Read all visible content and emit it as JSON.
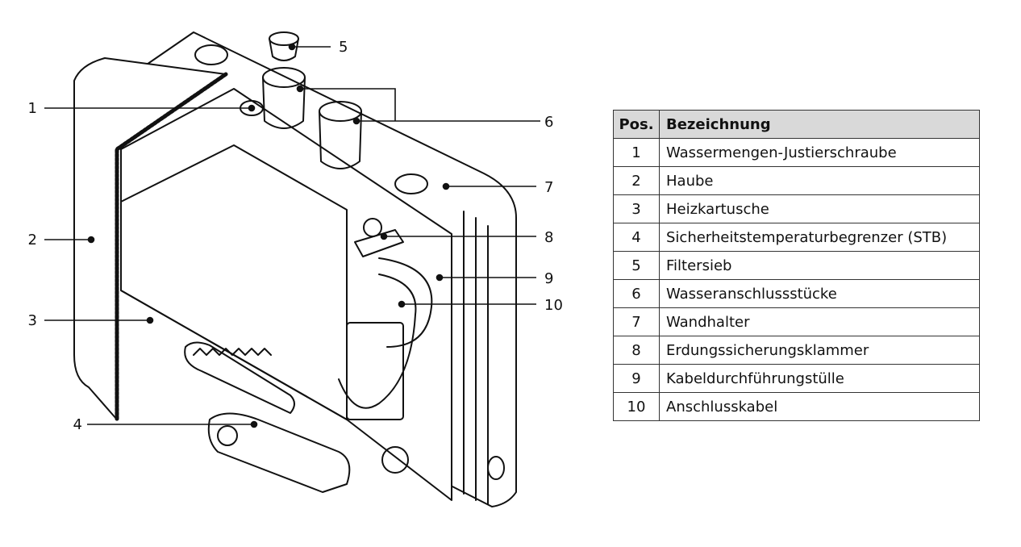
{
  "callouts": [
    {
      "num": "1",
      "side": "left"
    },
    {
      "num": "2",
      "side": "left"
    },
    {
      "num": "3",
      "side": "left"
    },
    {
      "num": "4",
      "side": "left"
    },
    {
      "num": "5",
      "side": "right"
    },
    {
      "num": "6",
      "side": "right"
    },
    {
      "num": "7",
      "side": "right"
    },
    {
      "num": "8",
      "side": "right"
    },
    {
      "num": "9",
      "side": "right"
    },
    {
      "num": "10",
      "side": "right"
    }
  ],
  "table": {
    "headers": {
      "pos": "Pos.",
      "name": "Bezeichnung"
    },
    "rows": [
      {
        "pos": "1",
        "name": "Wassermengen-Justierschraube"
      },
      {
        "pos": "2",
        "name": "Haube"
      },
      {
        "pos": "3",
        "name": "Heizkartusche"
      },
      {
        "pos": "4",
        "name": "Sicherheitstemperaturbegrenzer (STB)"
      },
      {
        "pos": "5",
        "name": "Filtersieb"
      },
      {
        "pos": "6",
        "name": "Wasseranschlussstücke"
      },
      {
        "pos": "7",
        "name": "Wandhalter"
      },
      {
        "pos": "8",
        "name": "Erdungssicherungsklammer"
      },
      {
        "pos": "9",
        "name": "Kabeldurchführungstülle"
      },
      {
        "pos": "10",
        "name": "Anschlusskabel"
      }
    ]
  }
}
